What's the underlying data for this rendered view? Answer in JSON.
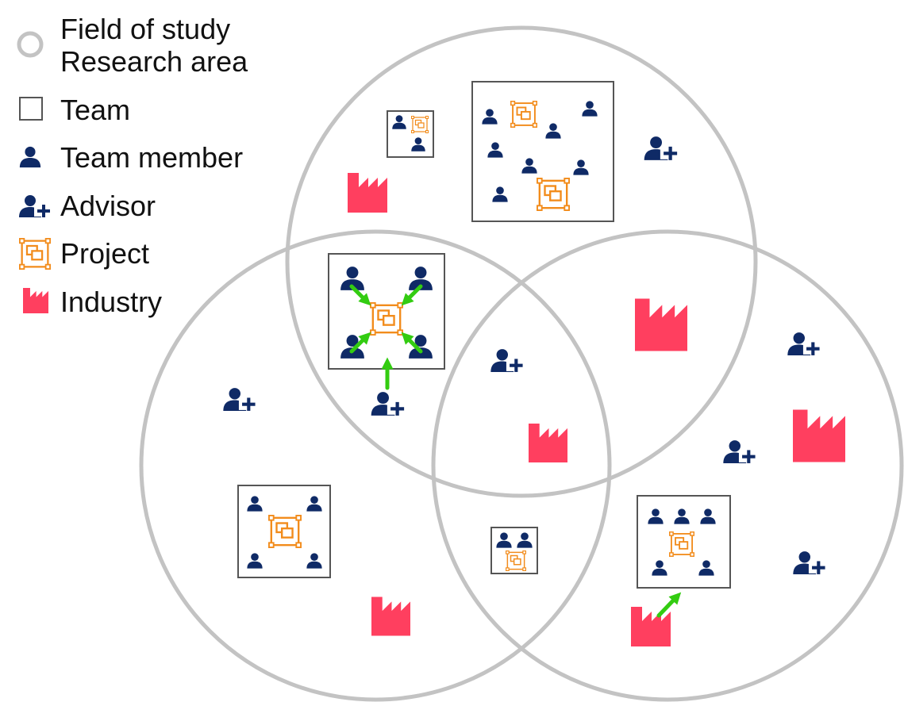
{
  "legend": {
    "field_label": "Field of study",
    "area_label": "Research area",
    "team_label": "Team",
    "member_label": "Team member",
    "advisor_label": "Advisor",
    "project_label": "Project",
    "industry_label": "Industry"
  },
  "colors": {
    "circle": "#c3c3c3",
    "team_border": "#555555",
    "person": "#0f2a66",
    "project": "#f28c1c",
    "industry": "#ff3f5f",
    "arrow": "#33cc11"
  },
  "icons": {
    "field": "circle-outline-icon",
    "team": "square-outline-icon",
    "member": "person-icon",
    "advisor": "person-plus-icon",
    "project": "project-icon",
    "industry": "factory-icon"
  }
}
